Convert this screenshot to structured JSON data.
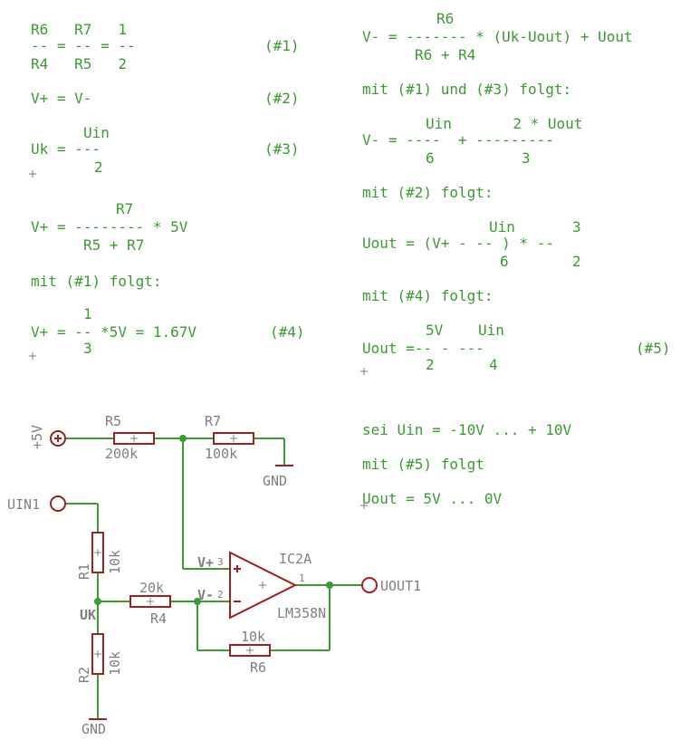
{
  "equations": {
    "eq1": {
      "l1": "R6   R7   1",
      "l2": "-- = -- = --",
      "l3": "R4   R5   2",
      "tag": "(#1)"
    },
    "eq2": {
      "text": "V+ = V-",
      "tag": "(#2)"
    },
    "eq3": {
      "l1": "Uin",
      "l2": "Uk = ---",
      "l3": "2",
      "tag": "(#3)"
    },
    "vplus": {
      "l1": "R7",
      "l2": "V+ = -------- * 5V",
      "l3": "R5 + R7"
    },
    "from1": "mit (#1) folgt:",
    "eq4": {
      "l1": "1",
      "l2": "V+ = -- *5V = 1.67V",
      "l3": "3",
      "tag": "(#4)"
    },
    "vminus": {
      "l1": "R6",
      "l2": "V- = ------- * (Uk-Uout) + Uout",
      "l3": "R6 + R4"
    },
    "from13": "mit (#1) und (#3) folgt:",
    "vminus2": {
      "l1": "Uin       2 * Uout",
      "l2": "V- = ----  + ---------",
      "l3a": "6",
      "l3b": "3"
    },
    "from2": "mit (#2) folgt:",
    "uout1": {
      "l1a": "Uin",
      "l1b": "3",
      "l2": "Uout = (V+ - -- ) * --",
      "l3a": "6",
      "l3b": "2"
    },
    "from4": "mit (#4) folgt:",
    "eq5": {
      "l1a": "5V",
      "l1b": "Uin",
      "l2": "Uout =-- - ---",
      "l3a": "2",
      "l3b": "4",
      "tag": "(#5)"
    },
    "range": "sei Uin = -10V ... + 10V",
    "from5": "mit (#5) folgt",
    "result": "Uout = 5V ... 0V"
  },
  "schematic": {
    "supply": "+5V",
    "r5": {
      "name": "R5",
      "value": "200k"
    },
    "r7": {
      "name": "R7",
      "value": "100k"
    },
    "gnd1": "GND",
    "input": "UIN1",
    "r1": {
      "name": "R1",
      "value": "10k"
    },
    "r2": {
      "name": "R2",
      "value": "10k"
    },
    "uk": "UK",
    "r4": {
      "name": "R4",
      "value": "20k"
    },
    "r6": {
      "name": "R6",
      "value": "10k"
    },
    "gnd2": "GND",
    "opamp": {
      "name": "IC2A",
      "type": "LM358N",
      "pin_plus": "3",
      "pin_minus": "2",
      "pin_out": "1"
    },
    "vplus_label": "V+",
    "vminus_label": "V-",
    "output": "UOUT1"
  }
}
